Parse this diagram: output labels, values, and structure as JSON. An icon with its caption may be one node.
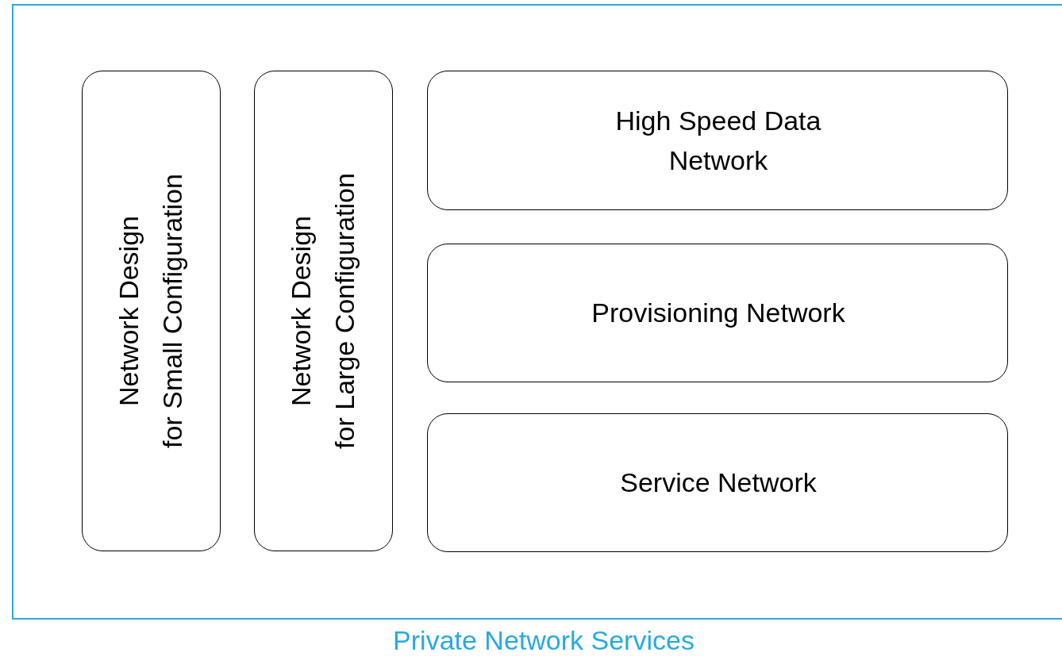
{
  "diagram": {
    "nodes": [
      {
        "text": [
          "Private Network Services"
        ]
      },
      {
        "text": [
          "Network Design for Small Configuration"
        ],
        "in": 0
      },
      {
        "text": [
          "Network Design for Large Configuration"
        ],
        "in": 0
      },
      {
        "text": [
          "High Speed Data Network"
        ],
        "in": 0
      },
      {
        "text": [
          "Provisioning Network"
        ],
        "in": 0
      },
      {
        "text": [
          "Service Network"
        ],
        "in": 0
      }
    ]
  }
}
